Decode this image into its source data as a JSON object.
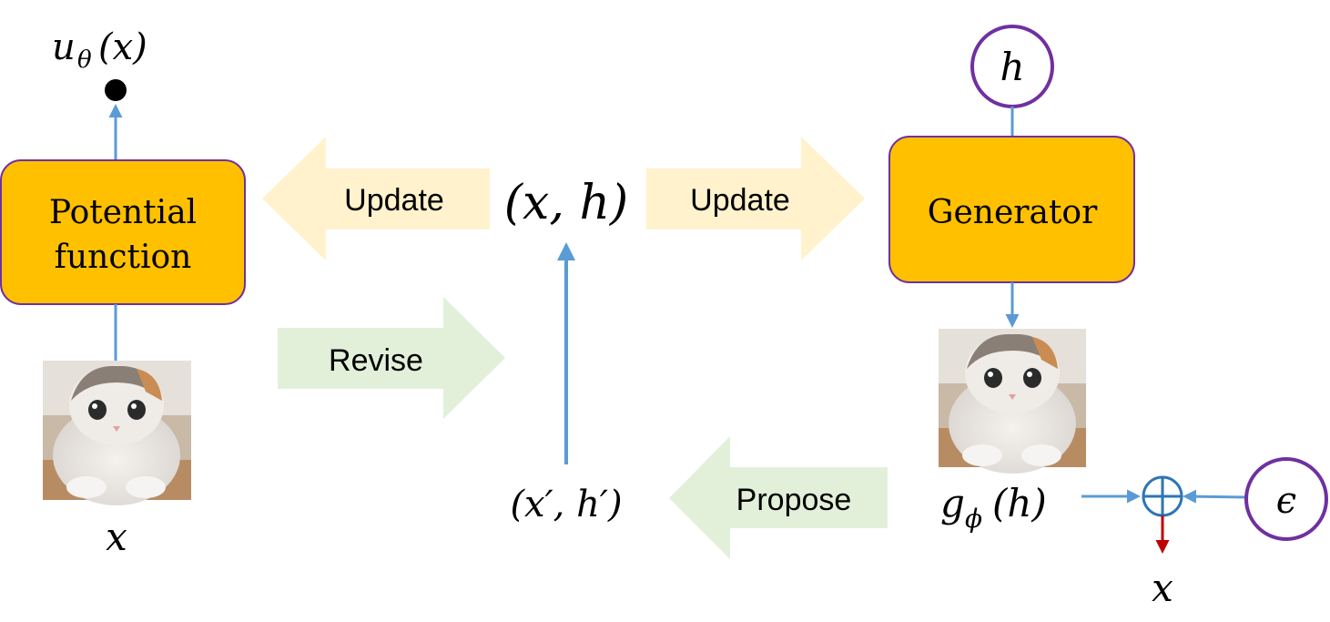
{
  "potential": {
    "output_math": "uθ(x)",
    "output_base": "u",
    "output_sub": "θ",
    "output_arg": "(x)",
    "label_line1": "Potential",
    "label_line2": "function",
    "input_math": "x"
  },
  "center": {
    "state": "(x, h)",
    "proposal": "(x′, h′)",
    "update_left": "Update",
    "update_right": "Update",
    "revise": "Revise",
    "propose": "Propose"
  },
  "generator": {
    "latent": "h",
    "label": "Generator",
    "output_base": "g",
    "output_sub": "ϕ",
    "output_arg": "(h)",
    "noise": "ϵ",
    "sample": "x"
  },
  "colors": {
    "box_fill": "#FFC000",
    "box_stroke": "#7030A0",
    "circle_stroke": "#7030A0",
    "connector": "#5B9BD5",
    "update_arrow": "#FFF2CC",
    "revise_arrow": "#E2F0D9",
    "sample_arrow": "#C00000",
    "plus_stroke": "#2E75B6"
  }
}
